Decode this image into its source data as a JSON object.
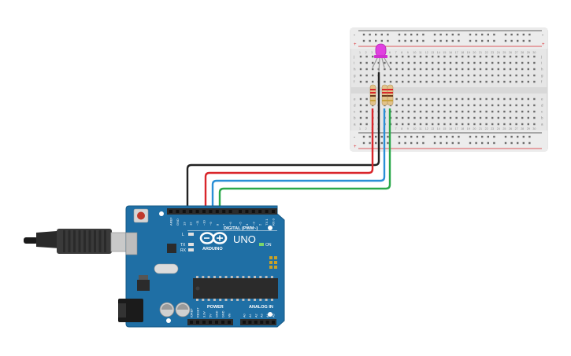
{
  "board": {
    "logo_text": "ARDUINO",
    "model": "UNO",
    "digital_label": "DIGITAL (PWM~)",
    "power_label": "POWER",
    "analog_label": "ANALOG IN",
    "on_label": "ON",
    "led_labels": [
      "L",
      "TX",
      "RX"
    ],
    "digital_pins": [
      "AREF",
      "GND",
      "13",
      "12",
      "~11",
      "~10",
      "~9",
      "8",
      "7",
      "~6",
      "~5",
      "4",
      "~3",
      "2",
      "TX 1",
      "RX 0"
    ],
    "power_pins": [
      "IOREF",
      "RESET",
      "3.3V",
      "5V",
      "GND",
      "GND",
      "Vin"
    ],
    "analog_pins": [
      "A0",
      "A1",
      "A2",
      "A3",
      "A4",
      "A5"
    ],
    "colors": {
      "board": "#1f6fa5",
      "board_dark": "#175a88",
      "header": "#2b2b2b"
    }
  },
  "breadboard": {
    "rows_top": [
      "j",
      "i",
      "h",
      "g",
      "f"
    ],
    "rows_bottom": [
      "e",
      "d",
      "c",
      "b",
      "a"
    ],
    "columns": [
      "1",
      "2",
      "3",
      "4",
      "5",
      "6",
      "7",
      "8",
      "9",
      "10",
      "11",
      "12",
      "13",
      "14",
      "15",
      "16",
      "17",
      "18",
      "19",
      "20",
      "21",
      "22",
      "23",
      "24",
      "25",
      "26",
      "27",
      "28",
      "29",
      "30"
    ],
    "rail_minus": "-",
    "rail_plus": "+"
  },
  "components": {
    "led": {
      "type": "RGB LED",
      "color": "#e040e0"
    },
    "resistors": 3
  },
  "wires": [
    {
      "name": "ground-wire",
      "color": "#222222",
      "from": "GND",
      "to": "LED common"
    },
    {
      "name": "red-wire",
      "color": "#d9262b",
      "from": "11",
      "to": "red resistor"
    },
    {
      "name": "blue-wire",
      "color": "#2a8fd6",
      "from": "10",
      "to": "blue resistor"
    },
    {
      "name": "green-wire",
      "color": "#2aa84a",
      "from": "9",
      "to": "green resistor"
    }
  ]
}
